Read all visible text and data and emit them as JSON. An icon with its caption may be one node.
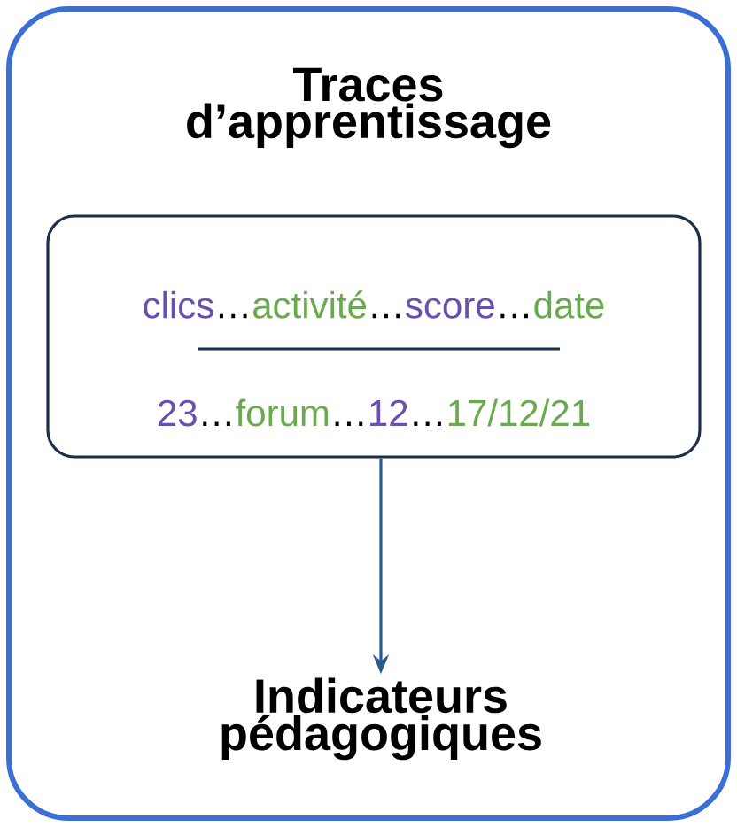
{
  "diagram": {
    "nodes": [
      {
        "text": [
          "Traces d’apprentissage"
        ]
      },
      {
        "text": [
          "clics",
          "…",
          "activité",
          "…",
          "score",
          "…",
          "date",
          "23",
          "…",
          "forum",
          "…",
          "12",
          "…",
          "17/12/21"
        ],
        "in": 0
      },
      {
        "text": [
          "Indicateurs pédagogiques"
        ],
        "in": 0
      }
    ],
    "edges": [
      {
        "from": 1,
        "to": 2,
        "arrow": "to"
      }
    ]
  }
}
